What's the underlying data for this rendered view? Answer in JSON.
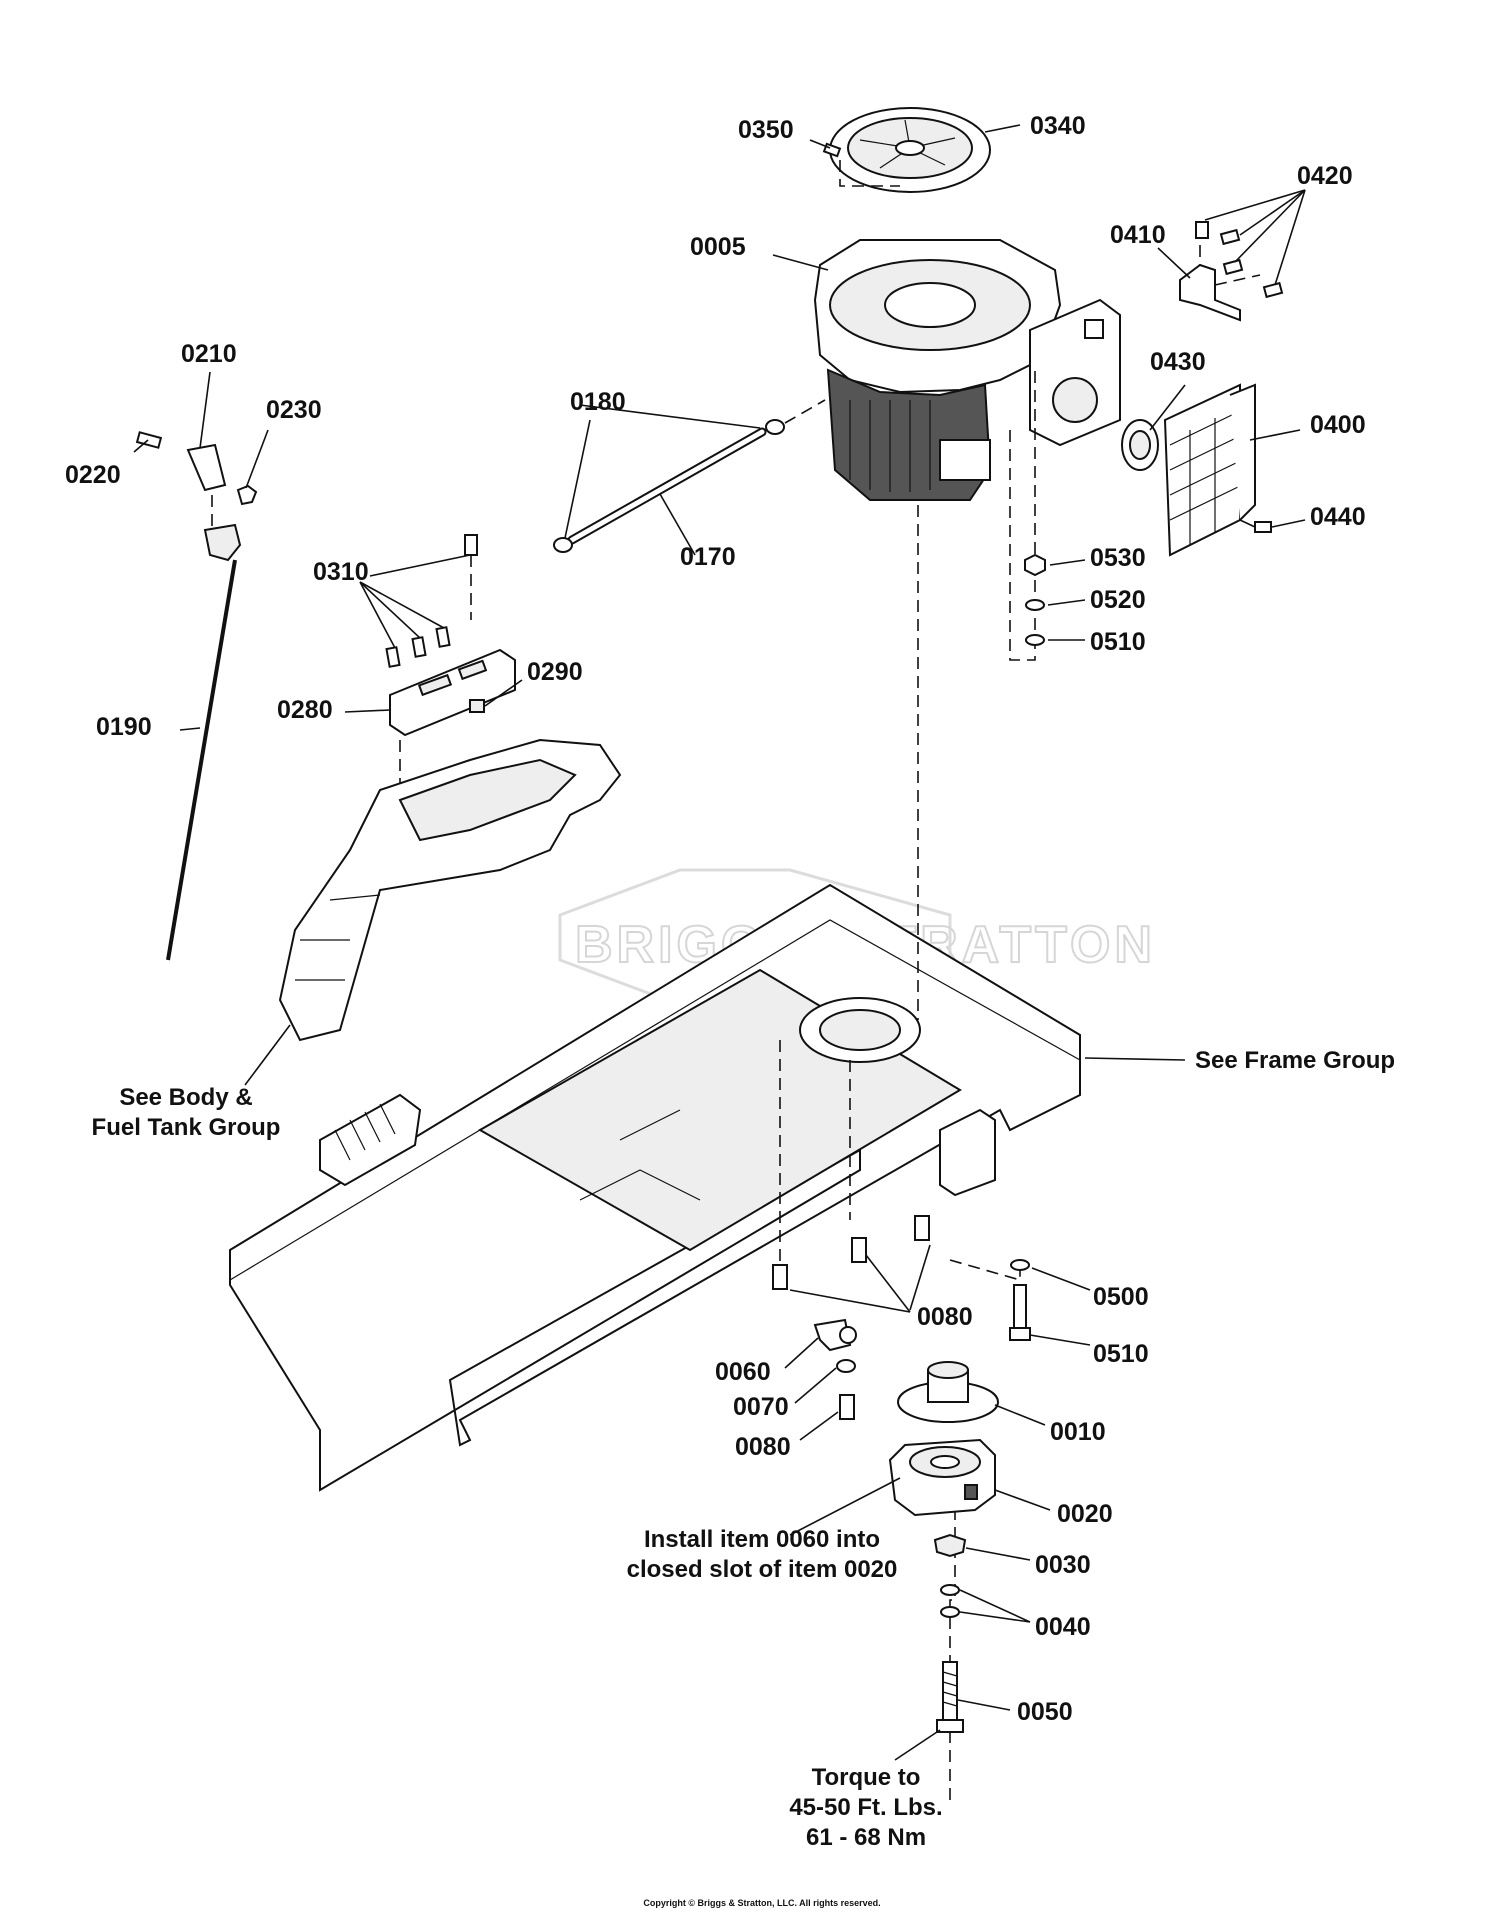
{
  "watermark": "BRIGGS&STRATTON",
  "copyright": "Copyright © Briggs & Stratton, LLC. All rights reserved.",
  "callouts": {
    "c0350": "0350",
    "c0340": "0340",
    "c0420": "0420",
    "c0410": "0410",
    "c0005": "0005",
    "c0430": "0430",
    "c0400": "0400",
    "c0440": "0440",
    "c0210": "0210",
    "c0230": "0230",
    "c0220": "0220",
    "c0180": "0180",
    "c0170": "0170",
    "c0310": "0310",
    "c0290": "0290",
    "c0280": "0280",
    "c0190": "0190",
    "c0530": "0530",
    "c0520": "0520",
    "c0510a": "0510",
    "c0080a": "0080",
    "c0500": "0500",
    "c0510b": "0510",
    "c0060": "0060",
    "c0070": "0070",
    "c0080b": "0080",
    "c0010": "0010",
    "c0020": "0020",
    "c0030": "0030",
    "c0040": "0040",
    "c0050": "0050"
  },
  "notes": {
    "body_line1": "See Body &",
    "body_line2": "Fuel Tank Group",
    "frame": "See Frame Group",
    "install_line1": "Install item 0060 into",
    "install_line2": "closed slot of item 0020",
    "torque_line1": "Torque to",
    "torque_line2": "45-50 Ft. Lbs.",
    "torque_line3": "61 - 68 Nm"
  }
}
